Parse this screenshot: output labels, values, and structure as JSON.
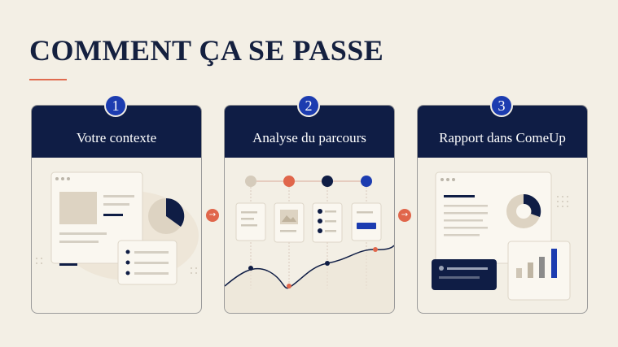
{
  "title": "COMMENT ÇA SE PASSE",
  "steps": [
    {
      "number": "1",
      "label": "Votre contexte"
    },
    {
      "number": "2",
      "label": "Analyse du parcours"
    },
    {
      "number": "3",
      "label": "Rapport dans ComeUp"
    }
  ],
  "arrow_icon": "→",
  "colors": {
    "navy": "#0f1d45",
    "accent_blue": "#1c3cb0",
    "accent_orange": "#e0664b",
    "background": "#f3efe5"
  }
}
